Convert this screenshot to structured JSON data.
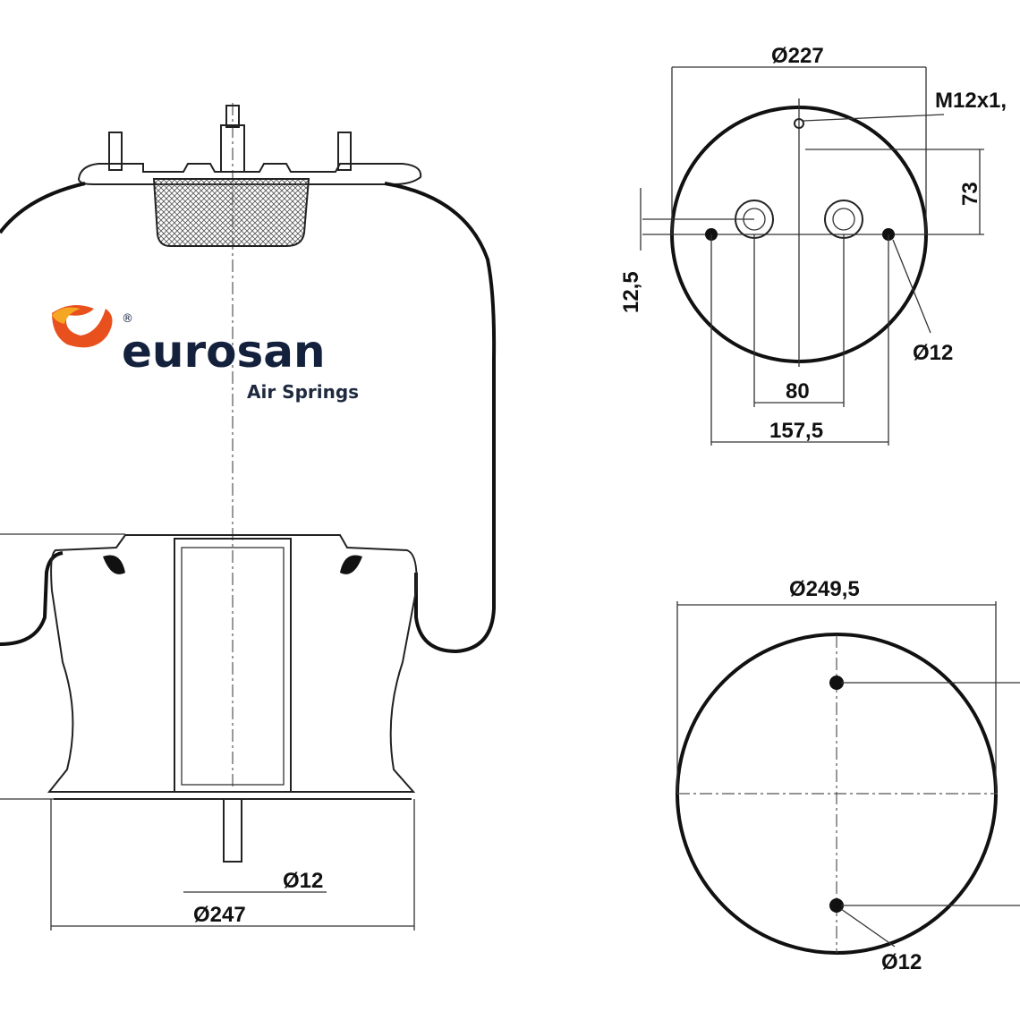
{
  "logo": {
    "brand": "eurosan",
    "tagline": "Air Springs",
    "registered": "®",
    "colors": {
      "mark": "#e8501e",
      "mark_light": "#f5a623",
      "text": "#14213d"
    }
  },
  "side_view": {
    "dims": {
      "bottom_diameter": "Ø247",
      "stud_diameter": "Ø12"
    }
  },
  "top_view": {
    "dims": {
      "diameter": "Ø227",
      "thread": "M12x1,",
      "offset": "73",
      "offset_small": "12,5",
      "hole": "Ø12",
      "spacing_inner": "80",
      "spacing_outer": "157,5"
    }
  },
  "bottom_view": {
    "dims": {
      "diameter": "Ø249,5",
      "hole": "Ø12"
    }
  }
}
